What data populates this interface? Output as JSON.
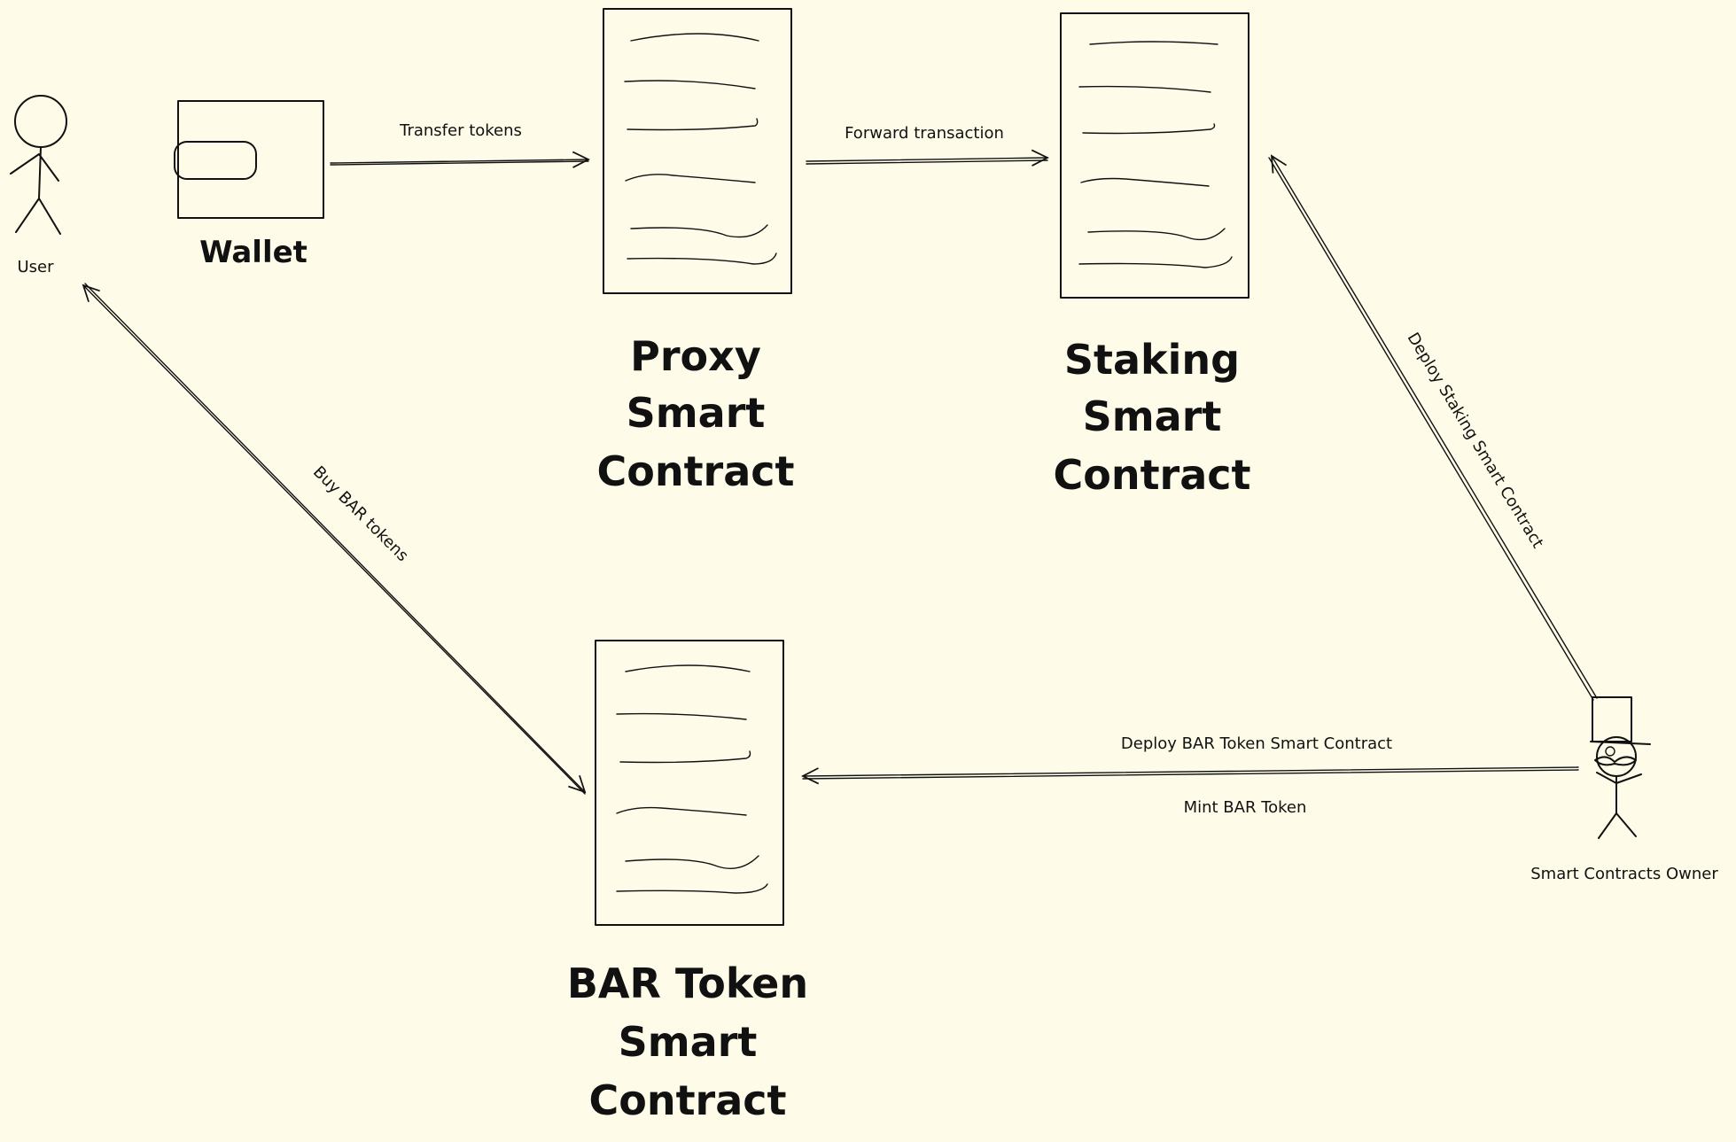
{
  "actors": {
    "user": {
      "label": "User"
    },
    "owner": {
      "label": "Smart Contracts Owner"
    }
  },
  "wallet": {
    "label": "Wallet"
  },
  "contracts": {
    "proxy": {
      "lines": [
        "Proxy",
        "Smart",
        "Contract"
      ]
    },
    "staking": {
      "lines": [
        "Staking",
        "Smart",
        "Contract"
      ]
    },
    "bar_token": {
      "lines": [
        "BAR Token",
        "Smart",
        "Contract"
      ]
    }
  },
  "edges": {
    "transfer": "Transfer tokens",
    "forward": "Forward transaction",
    "deploy_staking": "Deploy Staking Smart Contract",
    "deploy_bar": "Deploy BAR Token Smart Contract",
    "mint_bar": "Mint BAR Token",
    "buy_bar": "Buy BAR tokens"
  },
  "colors": {
    "background": "#fefce8",
    "ink": "#111111"
  }
}
